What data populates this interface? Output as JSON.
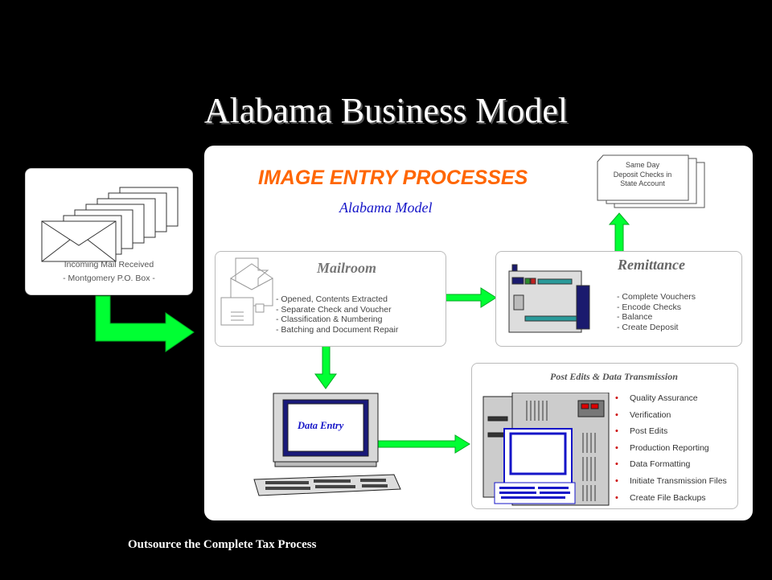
{
  "slide": {
    "title": "Alabama Business Model",
    "footer": "Outsource the Complete Tax Process"
  },
  "incoming": {
    "line1": "Incoming Mail Received",
    "line2": "- Montgomery P.O. Box -"
  },
  "panel": {
    "title": "IMAGE ENTRY PROCESSES",
    "subtitle": "Alabama Model",
    "title_color": "#ff6600",
    "subtitle_color": "#1515c8"
  },
  "deposit": {
    "line1": "Same Day",
    "line2": "Deposit Checks in",
    "line3": "State Account"
  },
  "mailroom": {
    "heading": "Mailroom",
    "steps": [
      "- Opened, Contents Extracted",
      "- Separate Check and Voucher",
      "- Classification & Numbering",
      "- Batching and Document Repair"
    ]
  },
  "remittance": {
    "heading": "Remittance",
    "steps": [
      "- Complete Vouchers",
      "- Encode Checks",
      "- Balance",
      "- Create Deposit"
    ]
  },
  "data_entry": {
    "label": "Data Entry"
  },
  "post_edits": {
    "heading": "Post Edits & Data Transmission",
    "items": [
      "Quality Assurance",
      "Verification",
      "Post Edits",
      "Production Reporting",
      "Data Formatting",
      "Initiate Transmission Files",
      "Create File Backups"
    ]
  },
  "colors": {
    "arrow_green": "#00ff33",
    "background": "#000000"
  }
}
